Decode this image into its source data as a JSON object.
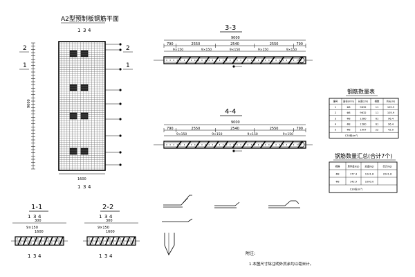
{
  "plan": {
    "title": "A2型预制板钢筋平面",
    "section_marks": {
      "top": [
        "1",
        "3",
        "4"
      ],
      "bottom": [
        "1",
        "3",
        "4"
      ],
      "left": [
        "2",
        "1"
      ],
      "right": [
        "2",
        "1"
      ]
    },
    "dims": {
      "height": "9000",
      "width": "1600"
    }
  },
  "sec33": {
    "title": "3-3",
    "total": "9000",
    "segments": [
      "790",
      "2550",
      "2540",
      "2550",
      "790"
    ],
    "spacing": [
      "9×150",
      "9×150",
      "9×150",
      "9×150",
      "9×150"
    ]
  },
  "sec44": {
    "title": "4-4",
    "total": "9000",
    "segments": [
      "790",
      "2550",
      "2540",
      "2550",
      "790"
    ],
    "spacing": [
      "9×150",
      "9×150",
      "9×150",
      "9×150"
    ]
  },
  "sec11": {
    "title": "1-1",
    "marks": [
      "1",
      "3",
      "4"
    ],
    "dims": [
      "300",
      "9×150",
      "1600"
    ]
  },
  "sec22": {
    "title": "2-2",
    "marks": [
      "1",
      "3",
      "4"
    ],
    "dims": [
      "300",
      "9×150",
      "1600"
    ]
  },
  "table1": {
    "title": "钢筋数量表",
    "headers": [
      "编号",
      "直径(mm)",
      "长度(cm)",
      "根数",
      "共长(m)"
    ],
    "rows": [
      [
        "1",
        "Φ8",
        "9632",
        "11",
        "105.9"
      ],
      [
        "2",
        "Φ8",
        "9632",
        "11",
        "105.9"
      ],
      [
        "3",
        "Φ8",
        "1580",
        "61",
        "96.4"
      ],
      [
        "4",
        "Φ8",
        "1580",
        "61",
        "96.4"
      ],
      [
        "5",
        "Φ8",
        "1907",
        "22",
        "42.0"
      ]
    ],
    "footer": "C30砼(m³)"
  },
  "table2": {
    "title": "钢筋数量汇总(合计7个)",
    "headers": [
      "规格",
      "单件重(kg)",
      "总重(kg)",
      "合计(kg)"
    ],
    "rows": [
      [
        "Φ8",
        "177.4",
        "1241.8",
        "2241.8"
      ],
      [
        "Φ8",
        "142.9",
        "1000.0",
        ""
      ]
    ],
    "footer": "C30砼(m³)"
  },
  "notes": {
    "heading": "附注:",
    "items": [
      "1.本图尺寸除注明外其余均以毫米计。"
    ]
  }
}
